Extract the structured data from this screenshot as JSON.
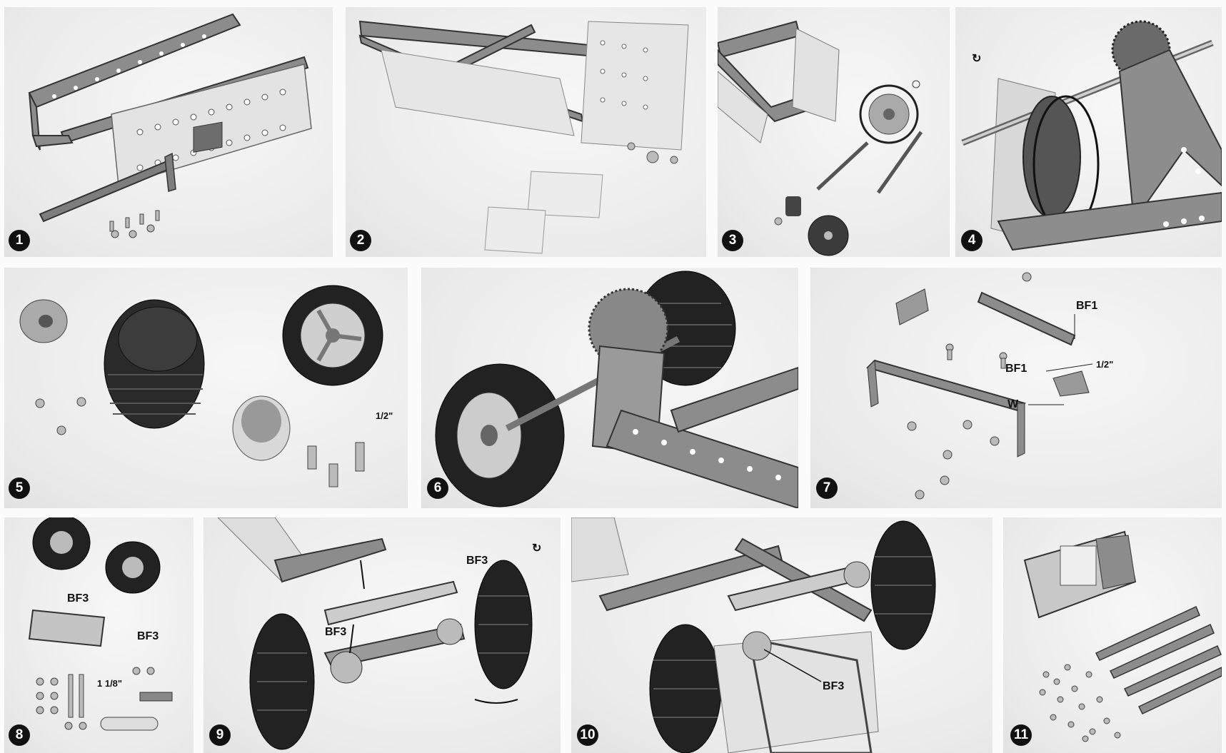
{
  "steps": [
    "1",
    "2",
    "3",
    "4",
    "5",
    "6",
    "7",
    "8",
    "9",
    "10",
    "11"
  ],
  "labels": {
    "bf1": "BF1",
    "bf3": "BF3",
    "w": "W",
    "half_inch": "1/2\"",
    "one_eighth": "1 1/8\""
  },
  "icons": {
    "rotate": "rotate-icon"
  }
}
